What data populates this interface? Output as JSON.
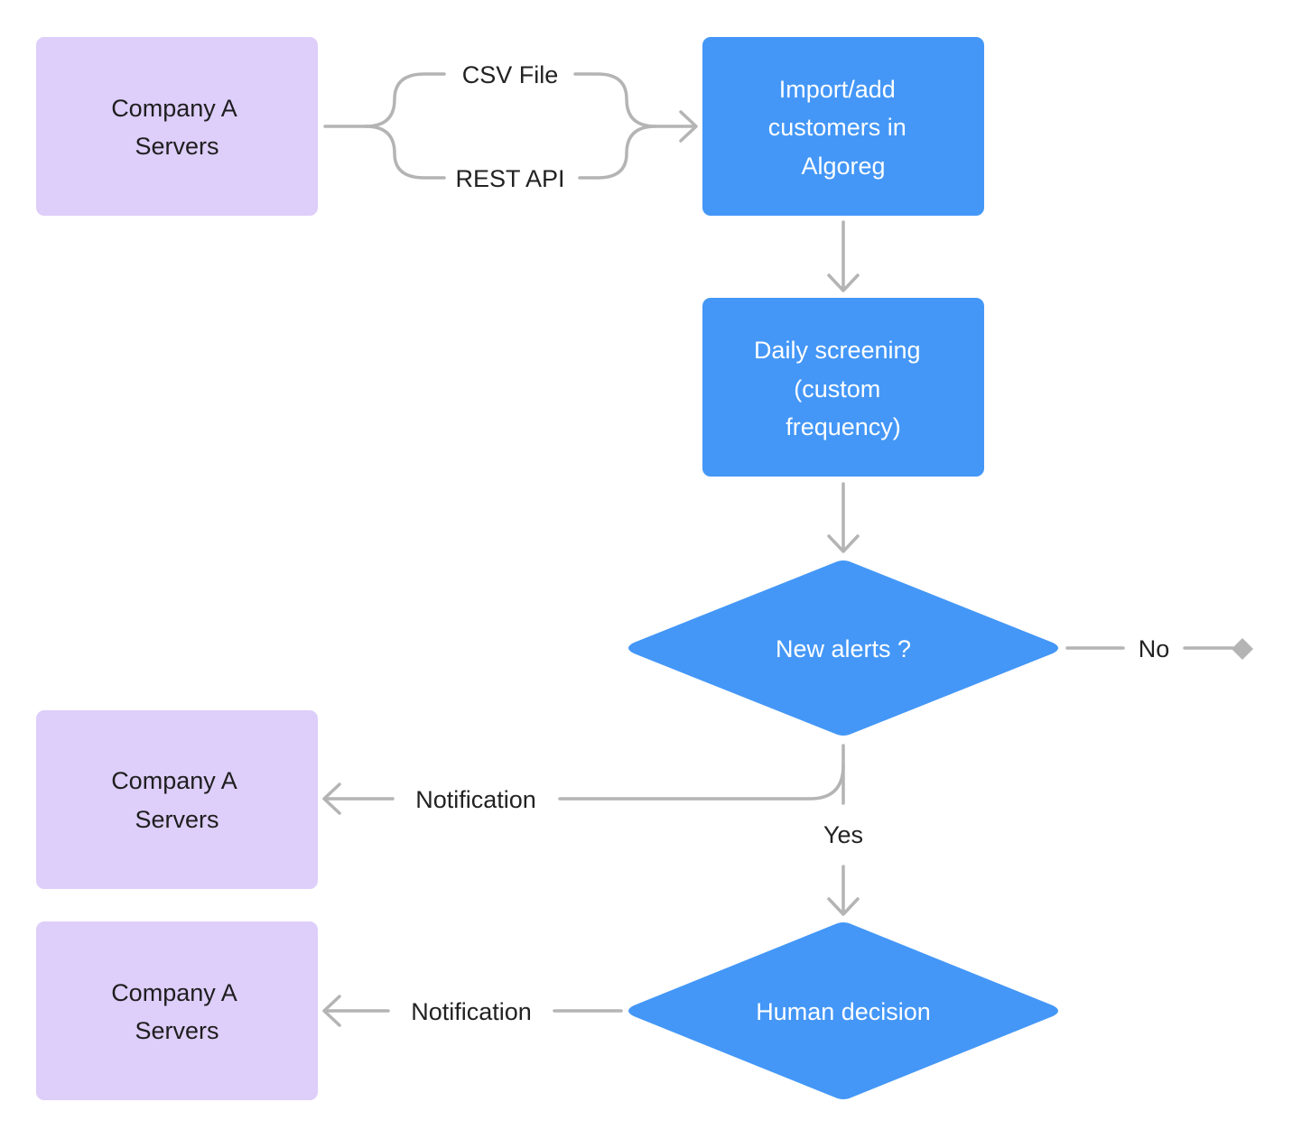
{
  "colors": {
    "source_box": "#DECEFA",
    "process_box": "#4497F7",
    "connector": "#B4B4B4",
    "dark_text": "#1E1E1E",
    "light_text": "#FFFFFF",
    "end_marker": "#B4B4B4"
  },
  "nodes": {
    "company_top": {
      "line1": "Company A",
      "line2": "Servers"
    },
    "import": {
      "line1": "Import/add",
      "line2": "customers in",
      "line3": "Algoreg"
    },
    "screening": {
      "line1": "Daily screening",
      "line2": "(custom",
      "line3": "frequency)"
    },
    "alerts": {
      "label": "New alerts ?"
    },
    "company_mid": {
      "line1": "Company A",
      "line2": "Servers"
    },
    "company_bottom": {
      "line1": "Company A",
      "line2": "Servers"
    },
    "decision": {
      "label": "Human decision"
    }
  },
  "edges": {
    "csv": "CSV File",
    "rest": "REST API",
    "no": "No",
    "yes": "Yes",
    "notification_mid": "Notification",
    "notification_bottom": "Notification"
  }
}
